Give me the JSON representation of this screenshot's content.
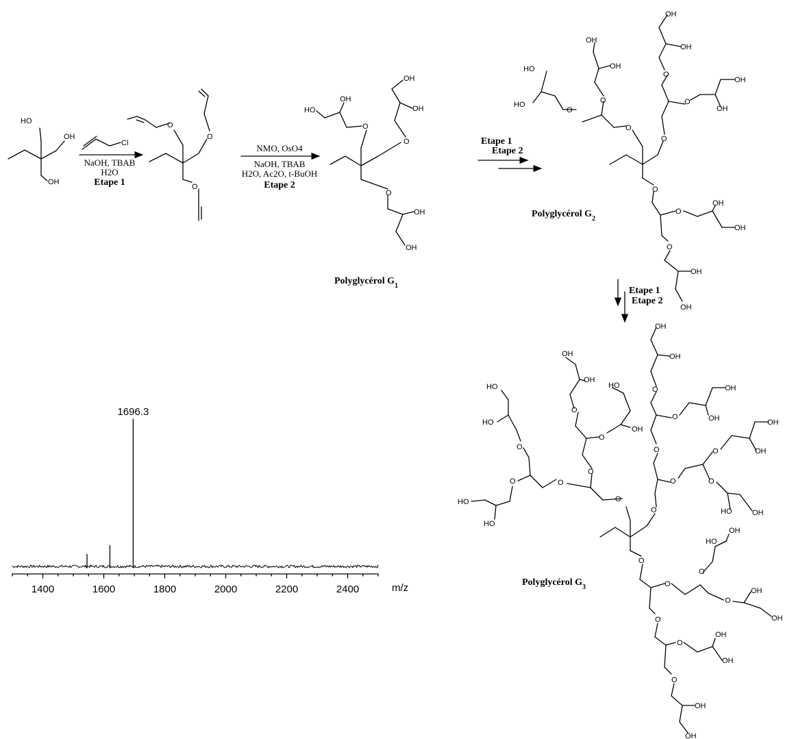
{
  "scheme": {
    "step1_reagent": "Cl",
    "step1_conditions": [
      "NaOH, TBAB",
      "H2O",
      "Etape 1"
    ],
    "step2_reagents": "NMO, OsO4",
    "step2_conditions": [
      "NaOH, TBAB",
      "H2O, Ac2O, t-BuOH",
      "Etape 2"
    ],
    "arrow3_labels": [
      "Etape 1",
      "Etape 2"
    ],
    "arrow4_labels": [
      "Etape 1",
      "Etape 2"
    ],
    "products": {
      "g1": {
        "base": "Polyglycérol G",
        "sub": "1"
      },
      "g2": {
        "base": "Polyglycérol G",
        "sub": "2"
      },
      "g3": {
        "base": "Polyglycérol G",
        "sub": "3"
      }
    },
    "atoms": {
      "oh": "OH",
      "ho": "HO",
      "o": "O",
      "cl": "Cl"
    }
  },
  "chart_data": {
    "type": "line",
    "title": "",
    "xlabel": "m/z",
    "ylabel": "",
    "xlim": [
      1300,
      2500
    ],
    "xticks": [
      1400,
      1600,
      1800,
      2000,
      2200,
      2400
    ],
    "peak_label": "1696.3",
    "peaks": [
      {
        "x": 1545,
        "rel": 0.09
      },
      {
        "x": 1620,
        "rel": 0.15
      },
      {
        "x": 1696.3,
        "rel": 1.0
      }
    ]
  }
}
